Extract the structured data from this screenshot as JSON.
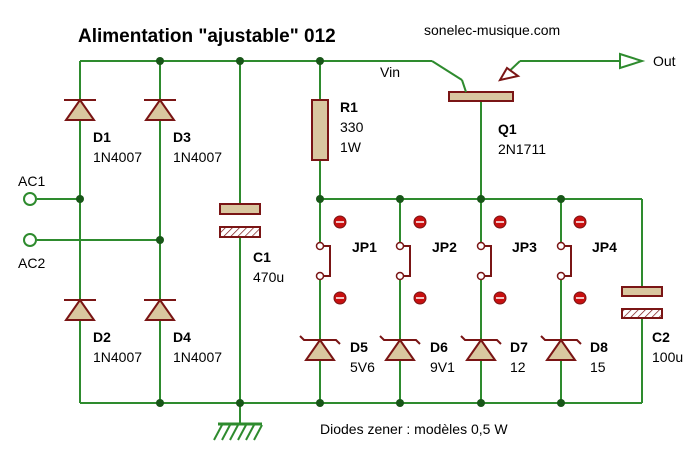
{
  "title": "Alimentation \"ajustable\" 012",
  "website": "sonelec-musique.com",
  "footnote": "Diodes zener : modèles 0,5 W",
  "net_labels": {
    "vin": "Vin",
    "out": "Out",
    "ac1": "AC1",
    "ac2": "AC2"
  },
  "components": {
    "d1": {
      "ref": "D1",
      "value": "1N4007"
    },
    "d2": {
      "ref": "D2",
      "value": "1N4007"
    },
    "d3": {
      "ref": "D3",
      "value": "1N4007"
    },
    "d4": {
      "ref": "D4",
      "value": "1N4007"
    },
    "c1": {
      "ref": "C1",
      "value": "470u"
    },
    "r1": {
      "ref": "R1",
      "value": "330",
      "value2": "1W"
    },
    "q1": {
      "ref": "Q1",
      "value": "2N1711"
    },
    "jp1": {
      "ref": "JP1"
    },
    "jp2": {
      "ref": "JP2"
    },
    "jp3": {
      "ref": "JP3"
    },
    "jp4": {
      "ref": "JP4"
    },
    "d5": {
      "ref": "D5",
      "value": "5V6"
    },
    "d6": {
      "ref": "D6",
      "value": "9V1"
    },
    "d7": {
      "ref": "D7",
      "value": "12"
    },
    "d8": {
      "ref": "D8",
      "value": "15"
    },
    "c2": {
      "ref": "C2",
      "value": "100u"
    }
  },
  "colors": {
    "wire": "#2E8B2E",
    "junction": "#185618",
    "component_stroke": "#7A1515",
    "component_fill": "#D9C7A0",
    "pin_red": "#C81010",
    "text": "#000000",
    "background": "#FFFFFF"
  }
}
